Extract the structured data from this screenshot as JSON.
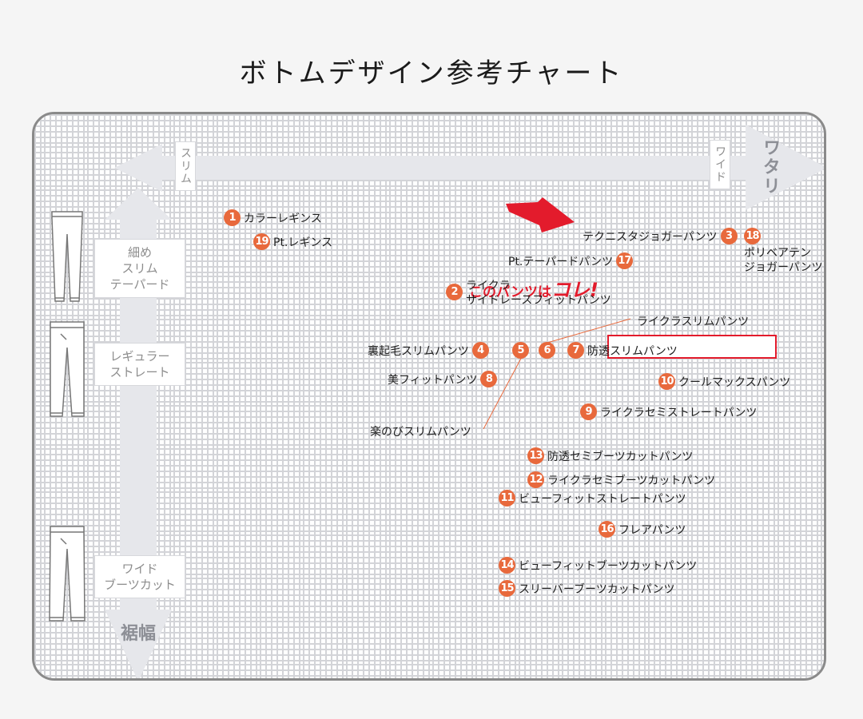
{
  "title": "ボトムデザイン参考チャート",
  "axis": {
    "slim_label": "スリム",
    "wide_label": "ワイド",
    "watari_label": "ワタリ",
    "susohaba_label": "裾幅"
  },
  "categories": [
    {
      "label": "細め\nスリム\nテーパード"
    },
    {
      "label": "レギュラー\nストレート"
    },
    {
      "label": "ワイド\nブーツカット"
    }
  ],
  "callout": {
    "prefix": "このパンツは",
    "emphasis": "コレ!"
  },
  "colors": {
    "accent": "#e31b2c",
    "badge": "#e8693c",
    "axis": "#e6e7eb",
    "grid": "#cfd0d4"
  },
  "items": [
    {
      "num": "1",
      "label": "カラーレギンス"
    },
    {
      "num": "19",
      "label": "Pt.レギンス"
    },
    {
      "num": "3",
      "label": "テクニスタジョガーパンツ"
    },
    {
      "num": "18",
      "label": "ポリベアテン\nジョガーパンツ"
    },
    {
      "num": "17",
      "label": "Pt.テーパードパンツ"
    },
    {
      "num": "2",
      "label": "ライクラ\nサイドレースフィットパンツ"
    },
    {
      "num": "",
      "label": "ライクラスリムパンツ"
    },
    {
      "num": "4",
      "label": "裏起毛スリムパンツ"
    },
    {
      "num": "5",
      "label": ""
    },
    {
      "num": "6",
      "label": ""
    },
    {
      "num": "7",
      "label": "防透スリムパンツ"
    },
    {
      "num": "10",
      "label": "クールマックスパンツ"
    },
    {
      "num": "8",
      "label": "美フィットパンツ"
    },
    {
      "num": "9",
      "label": "ライクラセミストレートパンツ"
    },
    {
      "num": "",
      "label": "楽のびスリムパンツ"
    },
    {
      "num": "13",
      "label": "防透セミブーツカットパンツ"
    },
    {
      "num": "12",
      "label": "ライクラセミブーツカットパンツ"
    },
    {
      "num": "11",
      "label": "ビューフィットストレートパンツ"
    },
    {
      "num": "16",
      "label": "フレアパンツ"
    },
    {
      "num": "14",
      "label": "ビューフィットブーツカットパンツ"
    },
    {
      "num": "15",
      "label": "スリーバーブーツカットパンツ"
    }
  ]
}
